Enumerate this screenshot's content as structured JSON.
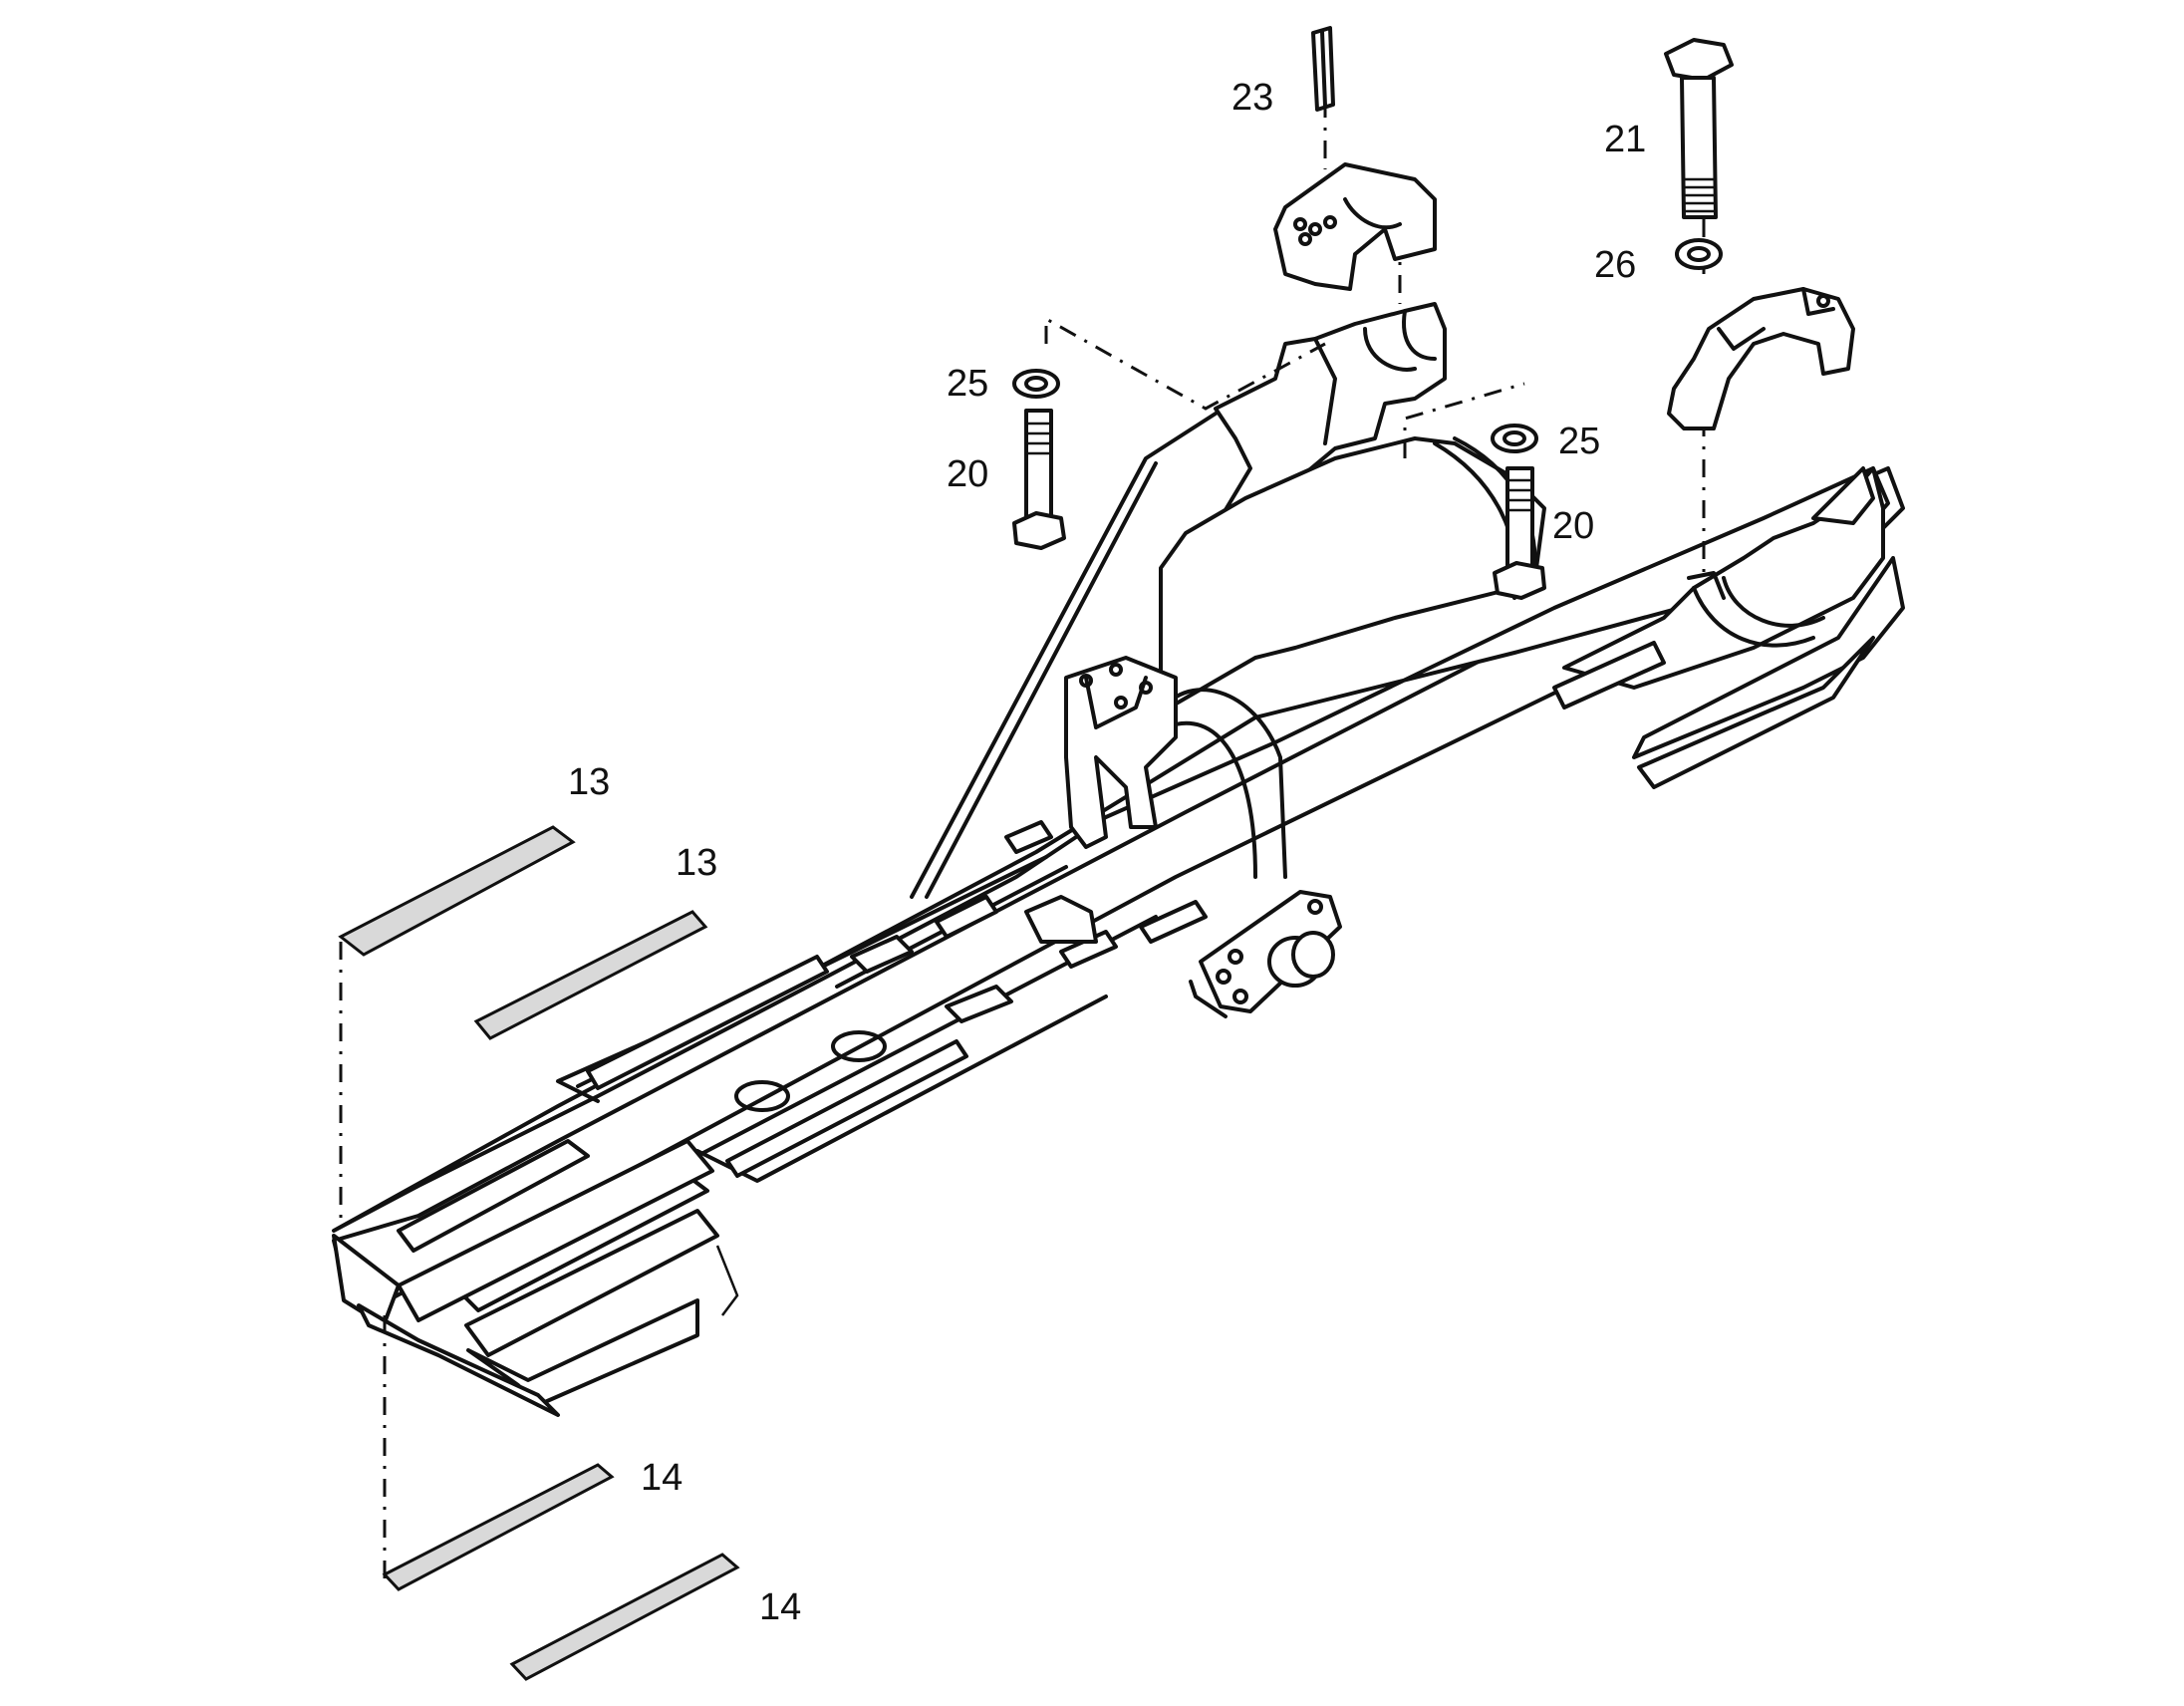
{
  "callouts": {
    "c13a": "13",
    "c13b": "13",
    "c14a": "14",
    "c14b": "14",
    "c20a": "20",
    "c20b": "20",
    "c21": "21",
    "c23": "23",
    "c25a": "25",
    "c25b": "25",
    "c26": "26"
  },
  "colors": {
    "line": "#111111",
    "background": "#ffffff",
    "wear_pad": "#d9d9d9"
  }
}
